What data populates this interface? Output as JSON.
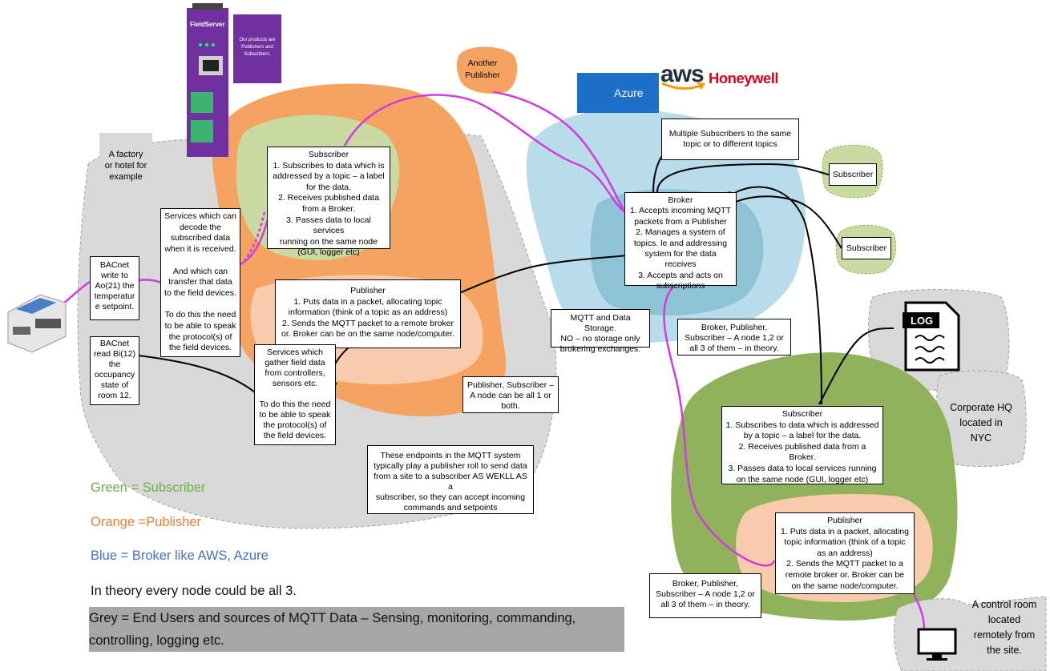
{
  "logos": {
    "fieldserver": "FieldServer",
    "azure": "Azure",
    "aws": "aws",
    "honeywell": "Honeywell",
    "log": "LOG"
  },
  "nodes": {
    "purple_note": "Our products are\nPublishers and\nSubscribers.",
    "factory": "A factory\nor hotel for\nexample",
    "another_publisher": "Another\nPublisher",
    "bacnet_write": "BACnet\nwrite to\nAo(21) the\ntemperatur\ne setpoint.",
    "bacnet_read": "BACnet\nread Bi(12)\nthe\noccupancy\nstate of\nroom 12.",
    "services_decode": "Services which can\ndecode the\nsubscribed data\nwhen it is received.\n\nAnd which can\ntransfer that data\nto the field devices.\n\nTo do this the need\nto be able to speak\nthe protocol(s) of\nthe field devices.",
    "subscriber_left": "Subscriber\n1. Subscribes to data which is\naddressed by a topic – a label\nfor the data.\n2. Receives published data\nfrom a Broker.\n3. Passes data to local services\nrunning on the same node\n(GUI, logger etc)",
    "publisher_left": "Publisher\n1. Puts data in a packet, allocating topic\ninformation (think of a topic as an address)\n2. Sends the MQTT packet to a remote broker\nor. Broker can be on the same node/computer.",
    "services_gather": "Services which\ngather field data\nfrom controllers,\nsensors etc.\n\nTo do this the need\nto be able to speak\nthe protocol(s) of\nthe field devices.",
    "multi_subscribers": "Multiple Subscribers to the same\ntopic or to different topics",
    "broker": "Broker\n1. Accepts incoming MQTT\npackets from a Publisher\n2. Manages a system of\ntopics. le and addressing\nsystem for the data receives\n3. Accepts and acts on\nsubscriptions",
    "subscriber_small_1": "Subscriber",
    "subscriber_small_2": "Subscriber",
    "mqtt_storage": "MQTT and Data Storage.\nNO – no storage only\nbrokering exchanges.",
    "bps_mid": "Broker, Publisher,\nSubscriber – A node 1,2 or\nall 3 of them – in theory.",
    "pub_sub_node": "Publisher, Subscriber –\nA node can be all 1 or\nboth.",
    "endpoints": "These endpoints in the MQTT system\ntypically play a publisher roll to send data\nfrom a site to a subscriber AS WEKLL AS a\nsubscriber, so they can accept incoming\ncommands and setpoints",
    "corporate_hq": "Corporate HQ\nlocated in\nNYC",
    "subscriber_right": "Subscriber\n1. Subscribes to data which is addressed\nby a topic – a label for the data.\n2. Receives published data from a Broker.\n3. Passes data to local services running\non the same node (GUI, logger etc)",
    "publisher_right": "Publisher\n1. Puts data in a packet, allocating\ntopic information (think of a topic\nas an address)\n2. Sends the MQTT packet to a\nremote broker or. Broker can be\non the same node/computer.",
    "bps_bottom": "Broker, Publisher,\nSubscriber – A node 1,2 or\nall 3 of them – in theory.",
    "control_room": "A control room\nlocated\nremotely from\nthe site."
  },
  "legend": {
    "green": "Green = Subscriber",
    "orange": "Orange =Publisher",
    "blue": "Blue = Broker like AWS, Azure",
    "theory": "In theory every node could be all 3.",
    "grey": "Grey = End Users and sources of MQTT Data – Sensing, monitoring, commanding, controlling, logging etc."
  },
  "colors": {
    "grey_region": "#d9d9d9",
    "orange_region": "#f4a460",
    "light_orange": "#f8cbad",
    "green_region": "#8fb25a",
    "light_green": "#c9dba0",
    "blue_region": "#b8dcea",
    "blue_inner": "#8ec3d6",
    "connector_purple": "#d23be0",
    "legend_green": "#70ad47",
    "legend_orange": "#ed7d31",
    "legend_blue": "#4472c4",
    "fieldserver_purple": "#7030a0"
  }
}
